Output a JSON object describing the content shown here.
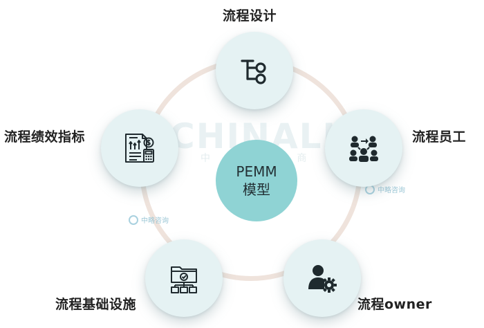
{
  "watermark": {
    "main": "CHINALIN",
    "sub": "中 咨 询 商 策"
  },
  "logo_marks": [
    "中略咨询",
    "中略咨询"
  ],
  "center": {
    "line1": "PEMM",
    "line2": "模型"
  },
  "nodes": [
    {
      "label": "流程设计",
      "icon": "process-design-icon"
    },
    {
      "label": "流程员工",
      "icon": "employees-network-icon"
    },
    {
      "label": "流程owner",
      "icon": "owner-gear-icon"
    },
    {
      "label": "流程基础设施",
      "icon": "folder-infrastructure-icon"
    },
    {
      "label": "流程绩效指标",
      "icon": "performance-report-icon"
    }
  ],
  "colors": {
    "ring": "#efe3dc",
    "node": "#e5f2f3",
    "center": "#8fd3d4",
    "icon": "#1f2a2e"
  }
}
